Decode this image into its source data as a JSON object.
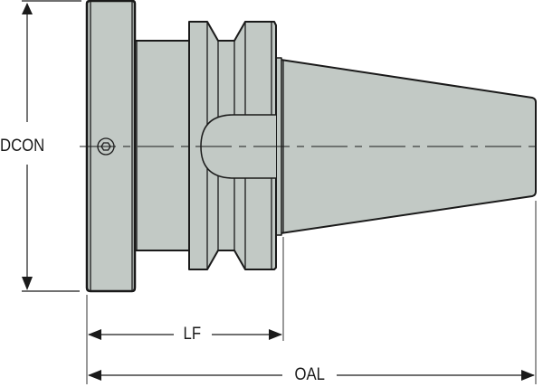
{
  "drawing": {
    "title": "Tool holder side view (taper shank adapter)",
    "fill_color": "#c2c9c5",
    "outline_color": "#1a1a1a",
    "background_color": "#ffffff"
  },
  "dimensions": {
    "dcon": {
      "label": "DCON",
      "orientation": "vertical"
    },
    "lf": {
      "label": "LF",
      "orientation": "horizontal"
    },
    "oal": {
      "label": "OAL",
      "orientation": "horizontal"
    }
  },
  "features": {
    "centerline": "center-axis",
    "set_screw": "hex-socket-screw",
    "drive_slot": "key-slot"
  }
}
